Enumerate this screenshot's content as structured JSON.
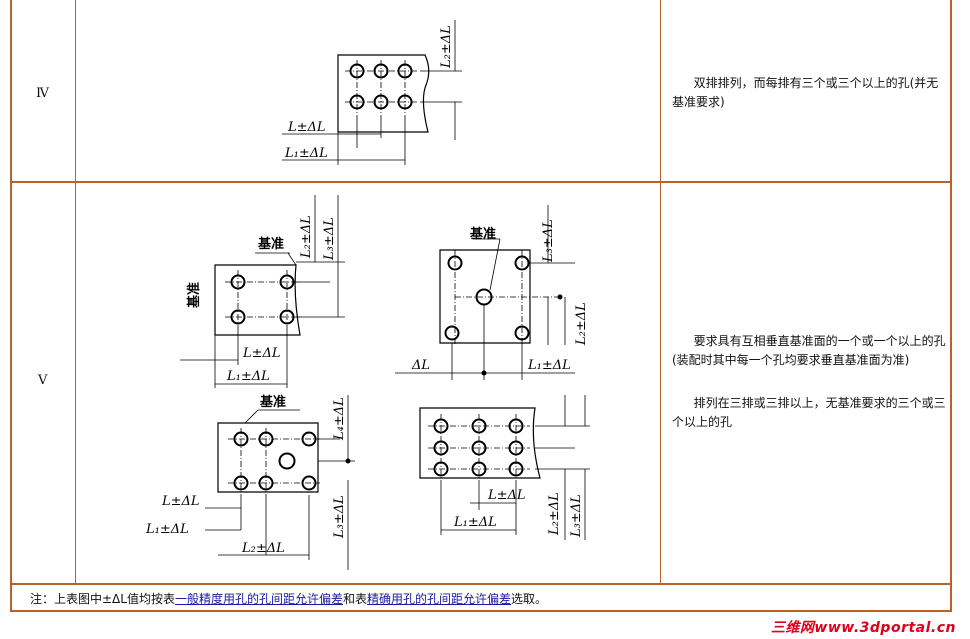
{
  "rows": [
    {
      "label": "Ⅳ",
      "description": "双排排列，而每排有三个或三个以上的孔(并无基准要求)"
    },
    {
      "label": "Ⅴ",
      "description_line1": "要求具有互相垂直基准面的一个或一个以上的孔(装配时其中每一个孔均要求垂直基准面为准)",
      "description_line2": "排列在三排或三排以上，无基准要求的三个或三个以上的孔"
    }
  ],
  "figure_labels": {
    "l": "L±ΔL",
    "l1": "L₁±ΔL",
    "l2": "L₂±ΔL",
    "l3": "L₃±ΔL",
    "l4": "L₄±ΔL",
    "dl": "ΔL",
    "datum": "基准"
  },
  "note": {
    "prefix": "注：上表图中±ΔL值均按表",
    "link1": "一般精度用孔的孔间距允许偏差",
    "middle": "和表",
    "link2": "精确用孔的孔间距允许偏差",
    "suffix": "选取。"
  },
  "watermark": "三维网www.3dportal.cn",
  "colors": {
    "border": "#b8612a",
    "link": "#1a1aa6",
    "watermark": "#e0001a"
  }
}
